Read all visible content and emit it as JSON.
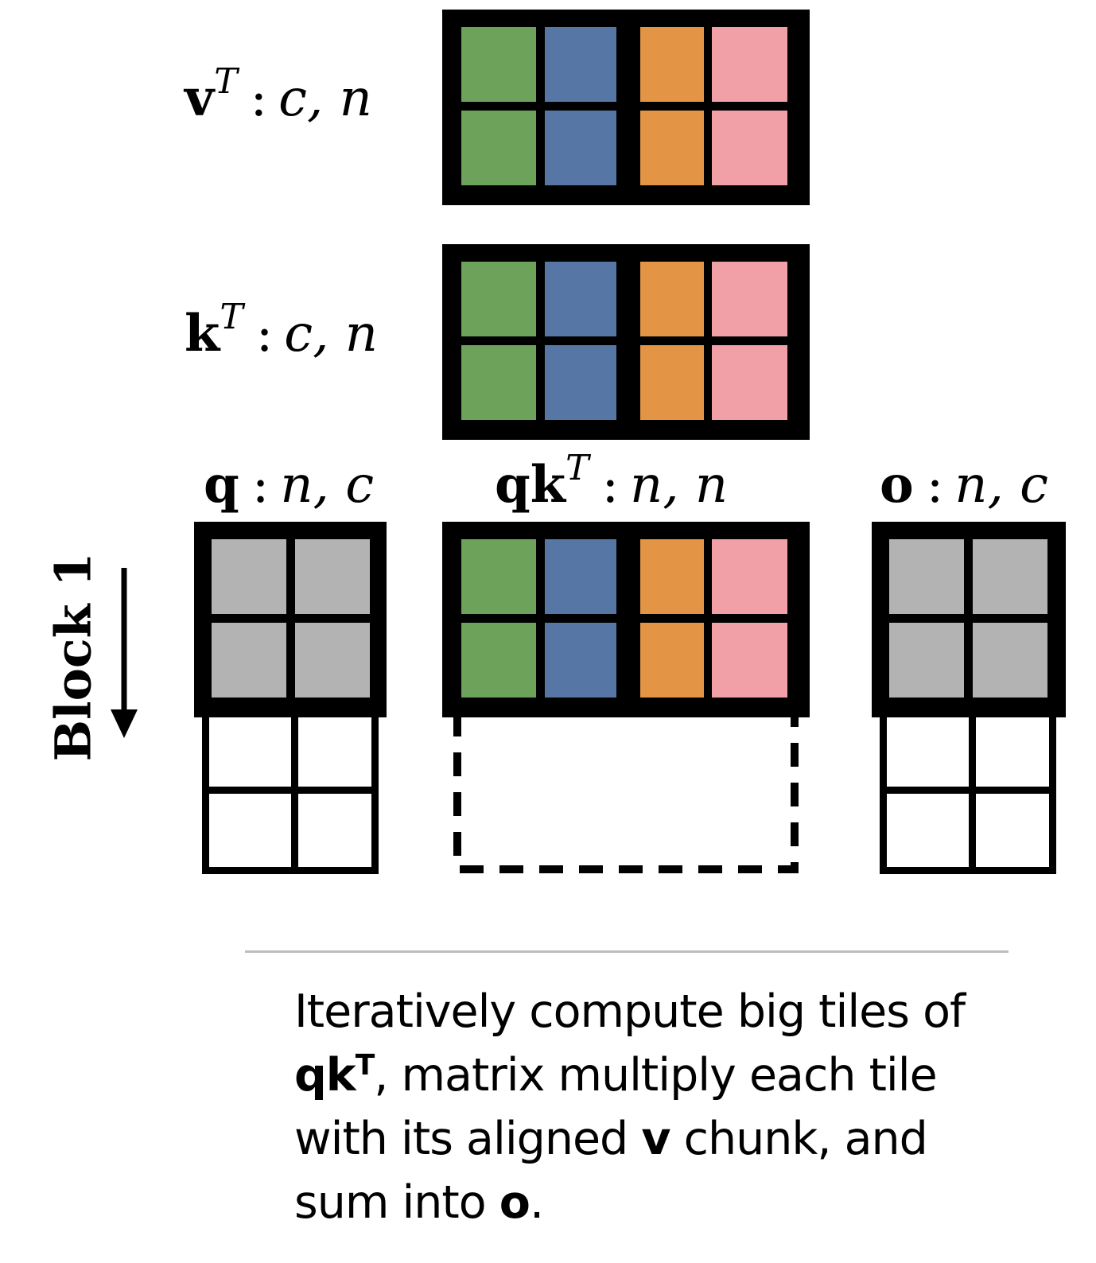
{
  "labels": {
    "v": {
      "sym": "v",
      "sup": "T",
      "dims": "c, n"
    },
    "k": {
      "sym": "k",
      "sup": "T",
      "dims": "c, n"
    },
    "q": {
      "sym": "q",
      "dims": "n, c"
    },
    "qk": {
      "sym": "qk",
      "sup": "T",
      "dims": "n, n"
    },
    "o": {
      "sym": "o",
      "dims": "n, c"
    }
  },
  "block_label": "Block 1",
  "caption": {
    "p1": "Iteratively compute big tiles of",
    "qk_sym": "qk",
    "qk_sup": "T",
    "p2": ", matrix multiply each tile",
    "p3": "with its aligned ",
    "v_sym": "v",
    "p4": " chunk, and",
    "p5": "sum into ",
    "o_sym": "o",
    "p6": "."
  },
  "colors": {
    "green": "#6ca25a",
    "blue": "#5677a5",
    "orange": "#e39444",
    "pink": "#f1a0a7",
    "gray": "#b3b3b3",
    "border": "#000000",
    "divider": "#bdbdbd"
  }
}
